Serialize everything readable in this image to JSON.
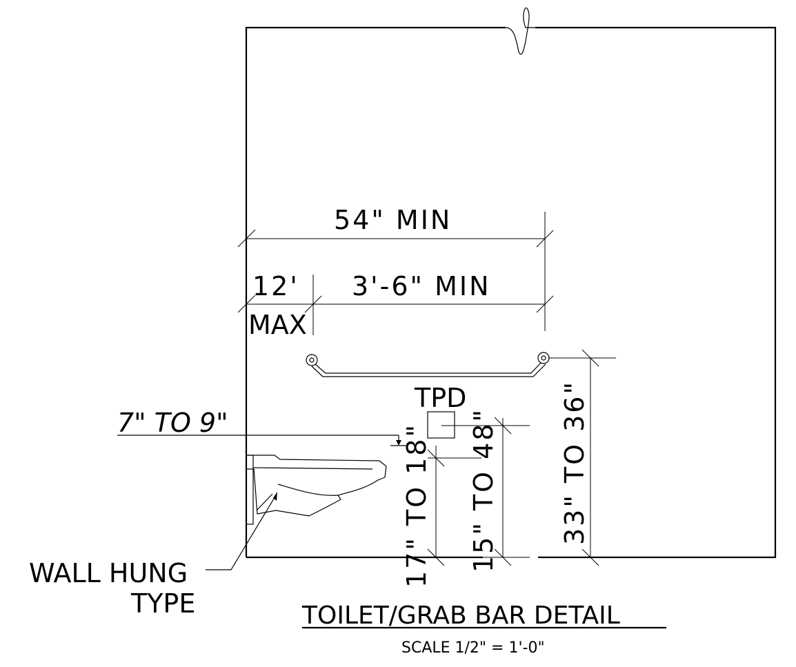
{
  "dimensions": {
    "overall_width": "54\" MIN",
    "side_offset_a": "12'",
    "side_offset_b": "MAX",
    "bar_length": "3'-6\" MIN",
    "tpd_label": "TPD",
    "tpd_offset": "7\" TO 9\"",
    "tpd_height": "15\" TO 48\"",
    "seat_height": "17\" TO 18\"",
    "bar_height": "33\" TO 36\""
  },
  "callouts": {
    "toilet_type_line1": "WALL HUNG",
    "toilet_type_line2": "TYPE"
  },
  "title_block": {
    "title": "TOILET/GRAB BAR DETAIL",
    "scale": "SCALE 1/2\" = 1'-0\""
  }
}
